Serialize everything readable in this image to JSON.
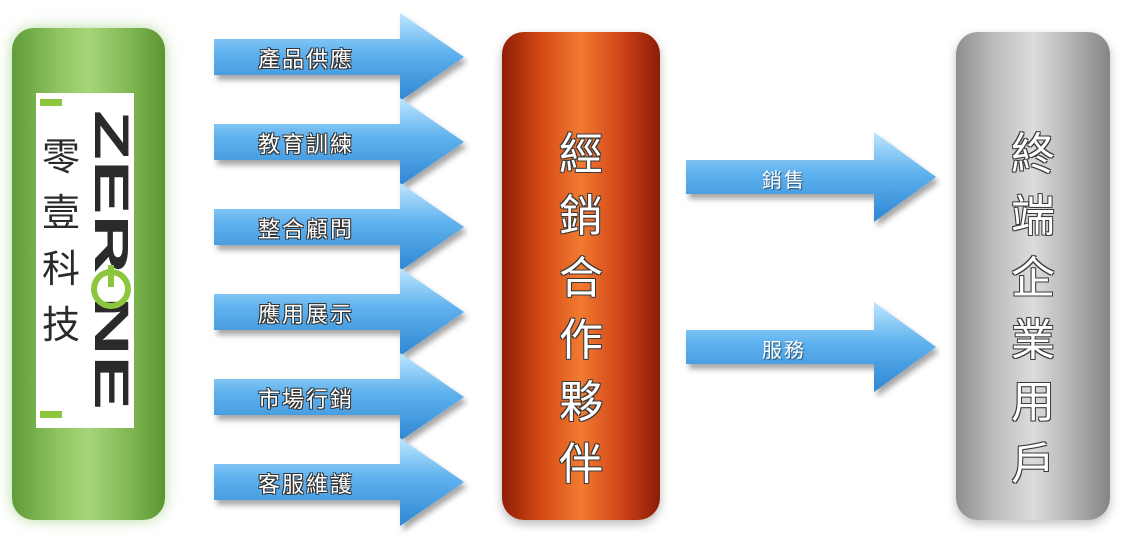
{
  "logo": {
    "chinese": [
      "零",
      "壹",
      "科",
      "技"
    ],
    "wordmark": "ZERONE",
    "brand_colors": {
      "green": "#8cc63f",
      "text": "#2a2a2a"
    }
  },
  "services": [
    "產品供應",
    "教育訓練",
    "整合顧問",
    "應用展示",
    "市場行銷",
    "客服維護"
  ],
  "partner": {
    "chars": [
      "經",
      "銷",
      "合",
      "作",
      "夥",
      "伴"
    ],
    "color": "#e0551c"
  },
  "flows": [
    "銷售",
    "服務"
  ],
  "end_user": {
    "chars": [
      "終",
      "端",
      "企",
      "業",
      "用",
      "戶"
    ],
    "color": "#b8b8b8"
  },
  "arrow_color": "#4d9fe0"
}
